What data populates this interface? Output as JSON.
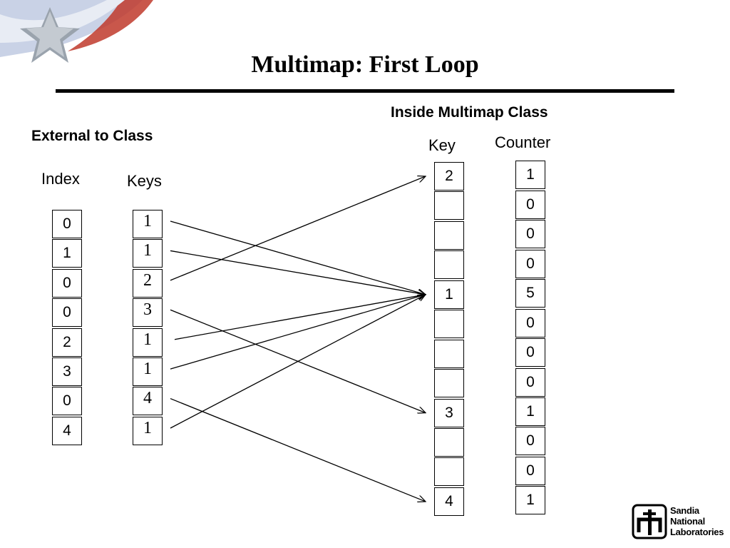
{
  "title": "Multimap: First Loop",
  "external_heading": "External to Class",
  "inside_heading": "Inside Multimap Class",
  "labels": {
    "index": "Index",
    "keys": "Keys",
    "key": "Key",
    "counter": "Counter"
  },
  "index_values": [
    "0",
    "1",
    "0",
    "0",
    "2",
    "3",
    "0",
    "4"
  ],
  "key_values": [
    "1",
    "1",
    "2",
    "3",
    "1",
    "1",
    "4",
    "1"
  ],
  "multimap_keys": [
    "2",
    "",
    "",
    "",
    "1",
    "",
    "",
    "",
    "3",
    "",
    "",
    "4"
  ],
  "counter_values": [
    "1",
    "0",
    "0",
    "0",
    "5",
    "0",
    "0",
    "0",
    "1",
    "0",
    "0",
    "1"
  ],
  "mappings": [
    {
      "from_key_index": 0,
      "to_slot": 4
    },
    {
      "from_key_index": 1,
      "to_slot": 4
    },
    {
      "from_key_index": 2,
      "to_slot": 0
    },
    {
      "from_key_index": 3,
      "to_slot": 8
    },
    {
      "from_key_index": 4,
      "to_slot": 4
    },
    {
      "from_key_index": 5,
      "to_slot": 4
    },
    {
      "from_key_index": 6,
      "to_slot": 11
    },
    {
      "from_key_index": 7,
      "to_slot": 4
    }
  ],
  "logo": {
    "text": "Sandia\nNational\nLaboratories"
  }
}
